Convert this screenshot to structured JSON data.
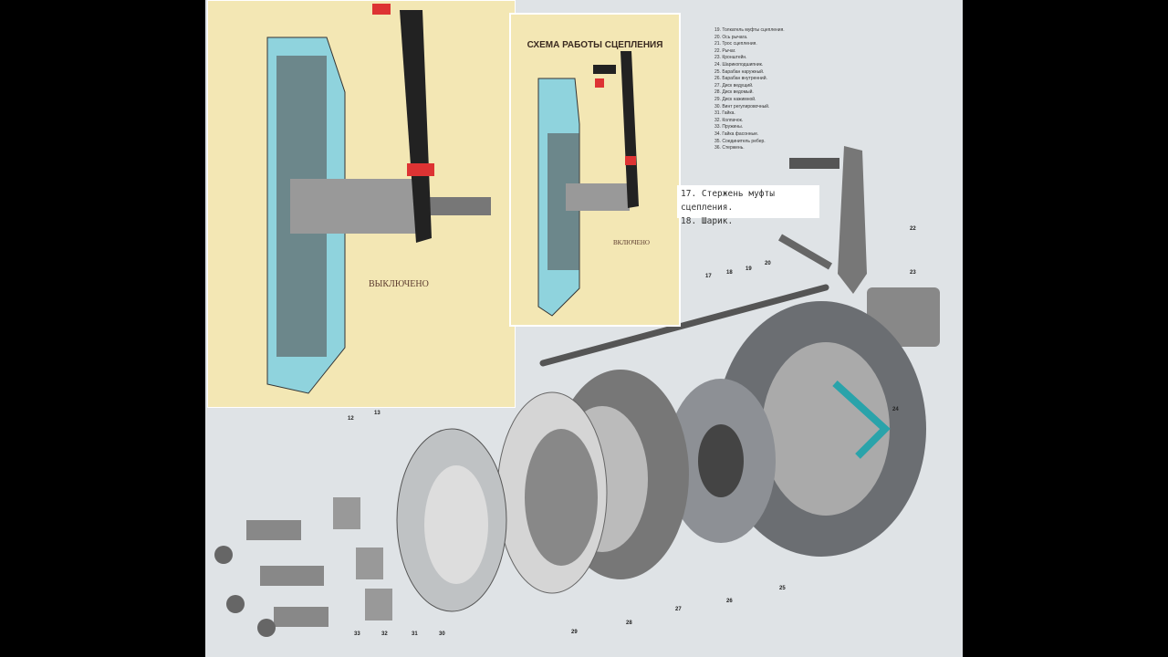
{
  "inset_left": {
    "caption": "ВЫКЛЮЧЕНО"
  },
  "inset_right": {
    "title": "СХЕМА РАБОТЫ СЦЕПЛЕНИЯ",
    "caption": "ВКЛЮЧЕНО"
  },
  "legend": [
    "19. Толкатель муфты сцепления.",
    "20. Ось рычага.",
    "21. Трос сцепления.",
    "22. Рычаг.",
    "23. Кронштейн.",
    "24. Шарикоподшипник.",
    "25. Барабан наружный.",
    "26. Барабан внутренний.",
    "27. Диск ведущий.",
    "28. Диск ведомый.",
    "29. Диск нажимной.",
    "30. Винт регулировочный.",
    "31. Гайка.",
    "32. Колпачок.",
    "33. Пружины.",
    "34. Гайка фасонные.",
    "35. Соединитель ребер.",
    "36. Стержень."
  ],
  "callout": [
    "17. Стержень муфты сцепления.",
    "18. Шарик."
  ],
  "part_numbers": [
    "12",
    "13",
    "17",
    "18",
    "19",
    "20",
    "22",
    "23",
    "24",
    "25",
    "26",
    "27",
    "28",
    "29",
    "30",
    "31",
    "32",
    "33"
  ]
}
